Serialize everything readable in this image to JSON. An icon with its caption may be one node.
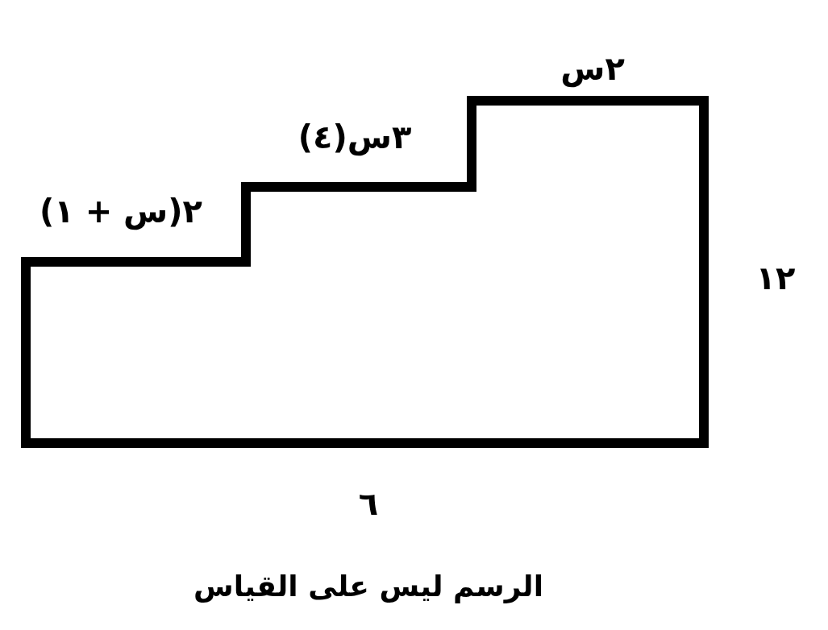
{
  "diagram": {
    "caption": "الرسم ليس على القياس",
    "labels": [
      "٢س",
      "٣س(٤)",
      "٢(س + ١)",
      "١٢",
      "٦"
    ]
  }
}
